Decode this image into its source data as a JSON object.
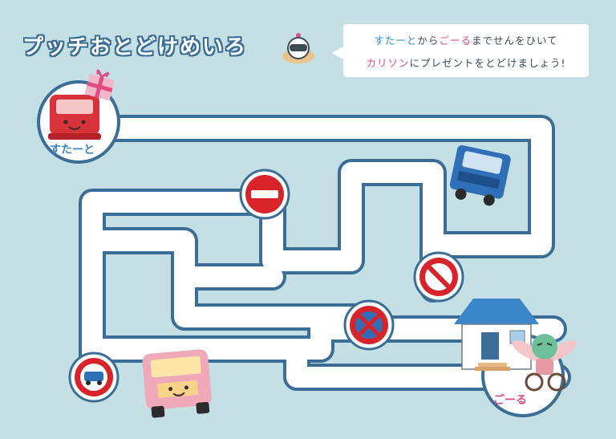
{
  "title": "プッチおとどけめいろ",
  "instruction": {
    "line1": {
      "start_word": "すたーと",
      "part1": "から",
      "goal_word": "ごーる",
      "part2": "までせんをひいて"
    },
    "line2": {
      "name": "カリソン",
      "rest": "にプレゼントをとどけましょう!"
    }
  },
  "start_label": "すたーと",
  "goal_label": "ごーる",
  "icons": {
    "mascot": "robot-mascot-icon",
    "start_vehicle": "red-car-with-gift-icon",
    "truck": "blue-truck-icon",
    "pink_truck": "pink-truck-icon",
    "house": "blue-roof-house-icon",
    "character": "green-bunny-bicycle-icon",
    "sign_no_entry": "no-entry-sign-icon",
    "sign_no_vehicles": "no-vehicles-sign-icon",
    "sign_no_parking": "no-parking-sign-icon",
    "sign_no_stopping": "no-stopping-sign-icon"
  },
  "colors": {
    "background": "#c5e0e5",
    "path": "#ffffff",
    "path_border": "#3b6e96",
    "accent_blue": "#2f8fd0",
    "accent_pink": "#e04d86",
    "sign_red": "#d8232a"
  }
}
